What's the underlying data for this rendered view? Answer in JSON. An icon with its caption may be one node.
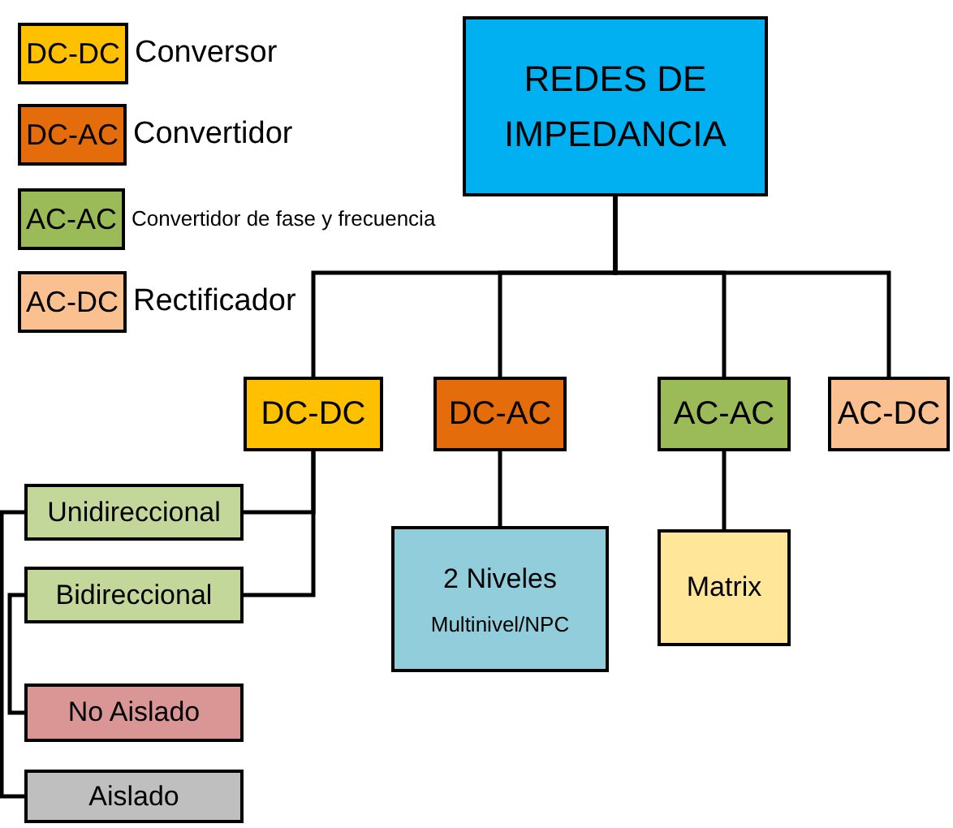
{
  "diagram": {
    "nodes": [
      {
        "text": [
          "REDES DE IMPEDANCIA"
        ]
      },
      {
        "text": [
          "DC-DC"
        ]
      },
      {
        "text": [
          "DC-AC"
        ]
      },
      {
        "text": [
          "AC-AC"
        ]
      },
      {
        "text": [
          "AC-DC"
        ]
      },
      {
        "text": [
          "Unidireccional"
        ]
      },
      {
        "text": [
          "Bidireccional"
        ]
      },
      {
        "text": [
          "2 Niveles",
          "Multinivel/NPC"
        ]
      },
      {
        "text": [
          "Matrix"
        ]
      },
      {
        "text": [
          "No Aislado"
        ]
      },
      {
        "text": [
          "Aislado"
        ]
      }
    ],
    "edges": [
      {
        "from": 0,
        "to": 1,
        "arrow": "none"
      },
      {
        "from": 0,
        "to": 2,
        "arrow": "none"
      },
      {
        "from": 0,
        "to": 3,
        "arrow": "none"
      },
      {
        "from": 0,
        "to": 4,
        "arrow": "none"
      },
      {
        "from": 1,
        "to": 5,
        "arrow": "none"
      },
      {
        "from": 1,
        "to": 6,
        "arrow": "none"
      },
      {
        "from": 2,
        "to": 7,
        "arrow": "none"
      },
      {
        "from": 3,
        "to": 8,
        "arrow": "none"
      },
      {
        "from": 5,
        "to": 10,
        "arrow": "none"
      },
      {
        "from": 6,
        "to": 9,
        "arrow": "none"
      }
    ],
    "labels": [
      "DC-DC",
      "DC-AC",
      "AC-AC",
      "AC-DC"
    ],
    "legend": [
      {
        "text": "Conversor",
        "color": "#ffc000"
      },
      {
        "text": "Convertidor",
        "color": "#e46c0a"
      },
      {
        "text": "Convertidor de fase y frecuencia",
        "color": "#9bbb59"
      },
      {
        "text": "Rectificador",
        "color": "#fac090"
      }
    ]
  }
}
